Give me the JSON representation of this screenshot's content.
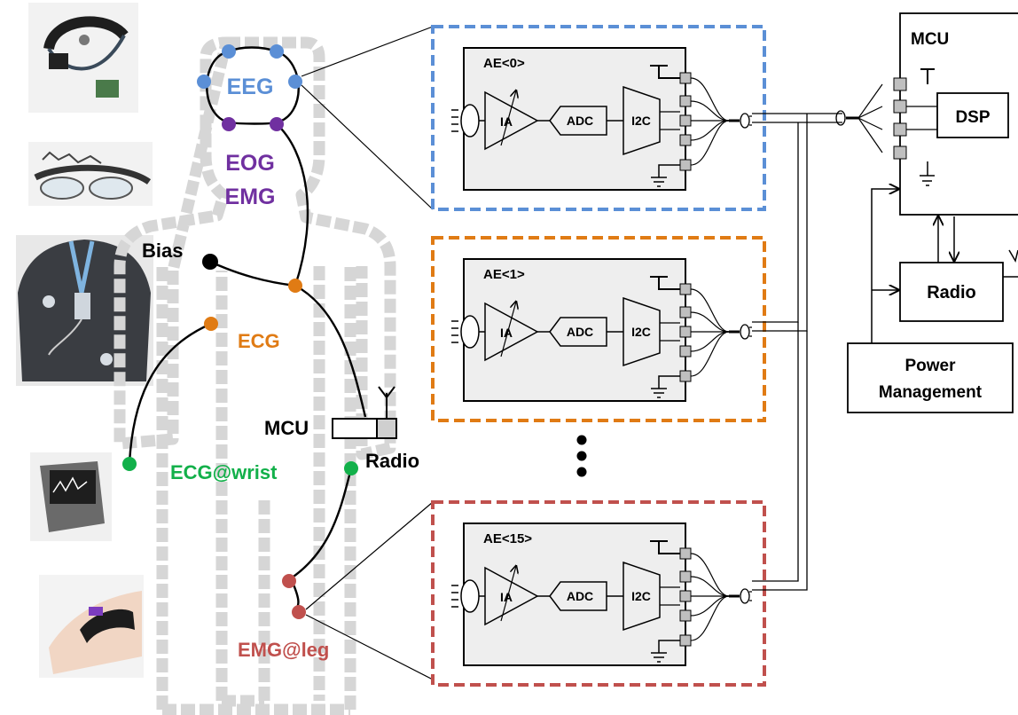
{
  "colors": {
    "eeg": "#5b8fd6",
    "eog_emg": "#7030a0",
    "ecg": "#e07b14",
    "ecg_wrist": "#12b04a",
    "emg_leg": "#c0504d",
    "bias": "#000000",
    "body_outline": "#d4d4d4",
    "block_fill": "#eeeeee",
    "pin_fill": "#bfbfbf"
  },
  "photos": [
    {
      "id": "eeg-headset",
      "icon": "eeg-headset-photo"
    },
    {
      "id": "eog-glasses",
      "icon": "eog-glasses-photo"
    },
    {
      "id": "ecg-chest",
      "icon": "ecg-chest-photo"
    },
    {
      "id": "wrist-watch",
      "icon": "wrist-watch-photo"
    },
    {
      "id": "leg-band",
      "icon": "leg-band-photo"
    }
  ],
  "body_labels": {
    "eeg": "EEG",
    "eog": "EOG",
    "emg": "EMG",
    "bias": "Bias",
    "ecg": "ECG",
    "ecg_wrist": "ECG@wrist",
    "emg_leg": "EMG@leg",
    "mcu": "MCU",
    "radio": "Radio"
  },
  "ae_blocks": [
    {
      "id": "ae0",
      "label": "AE<0>",
      "color": "#5b8fd6",
      "ia": "IA",
      "adc": "ADC",
      "i2c": "I2C"
    },
    {
      "id": "ae1",
      "label": "AE<1>",
      "color": "#e07b14",
      "ia": "IA",
      "adc": "ADC",
      "i2c": "I2C"
    },
    {
      "id": "ae15",
      "label": "AE<15>",
      "color": "#c0504d",
      "ia": "IA",
      "adc": "ADC",
      "i2c": "I2C"
    }
  ],
  "system": {
    "mcu": "MCU",
    "dsp": "DSP",
    "radio": "Radio",
    "power_line1": "Power",
    "power_line2": "Management"
  }
}
